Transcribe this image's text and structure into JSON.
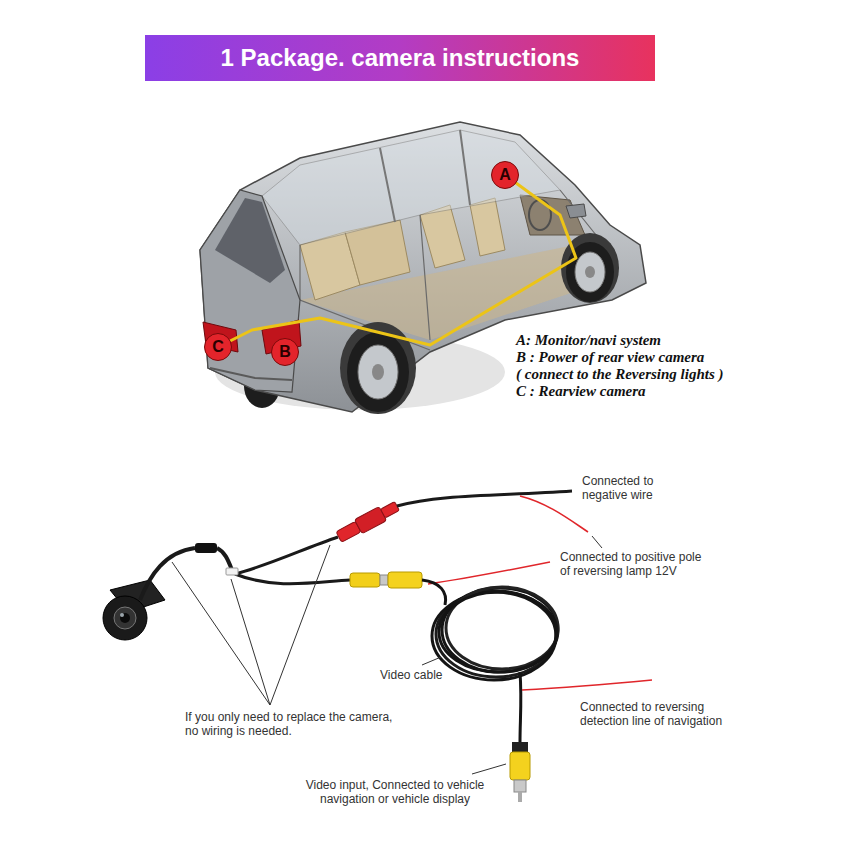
{
  "diagram": {
    "title": "1 Package. camera instructions",
    "nodes": [
      {
        "text": [
          "A"
        ]
      },
      {
        "text": [
          "C"
        ]
      },
      {
        "text": [
          "B"
        ]
      }
    ],
    "edges": [
      {
        "from": 0,
        "to": 1,
        "arrow": "none"
      }
    ],
    "labels": [
      "A: Monitor/navi system",
      "B : Power of rear view camera",
      "( connect to the Reversing lights )",
      "C : Rearview camera",
      "Connected to negative wire",
      "Connected to positive pole of reversing lamp 12V",
      "Video cable",
      "Connected to reversing detection line of navigation",
      "If you only need to replace the camera, no wiring is needed.",
      "Video input, Connected to vehicle navigation or vehicle display"
    ]
  }
}
